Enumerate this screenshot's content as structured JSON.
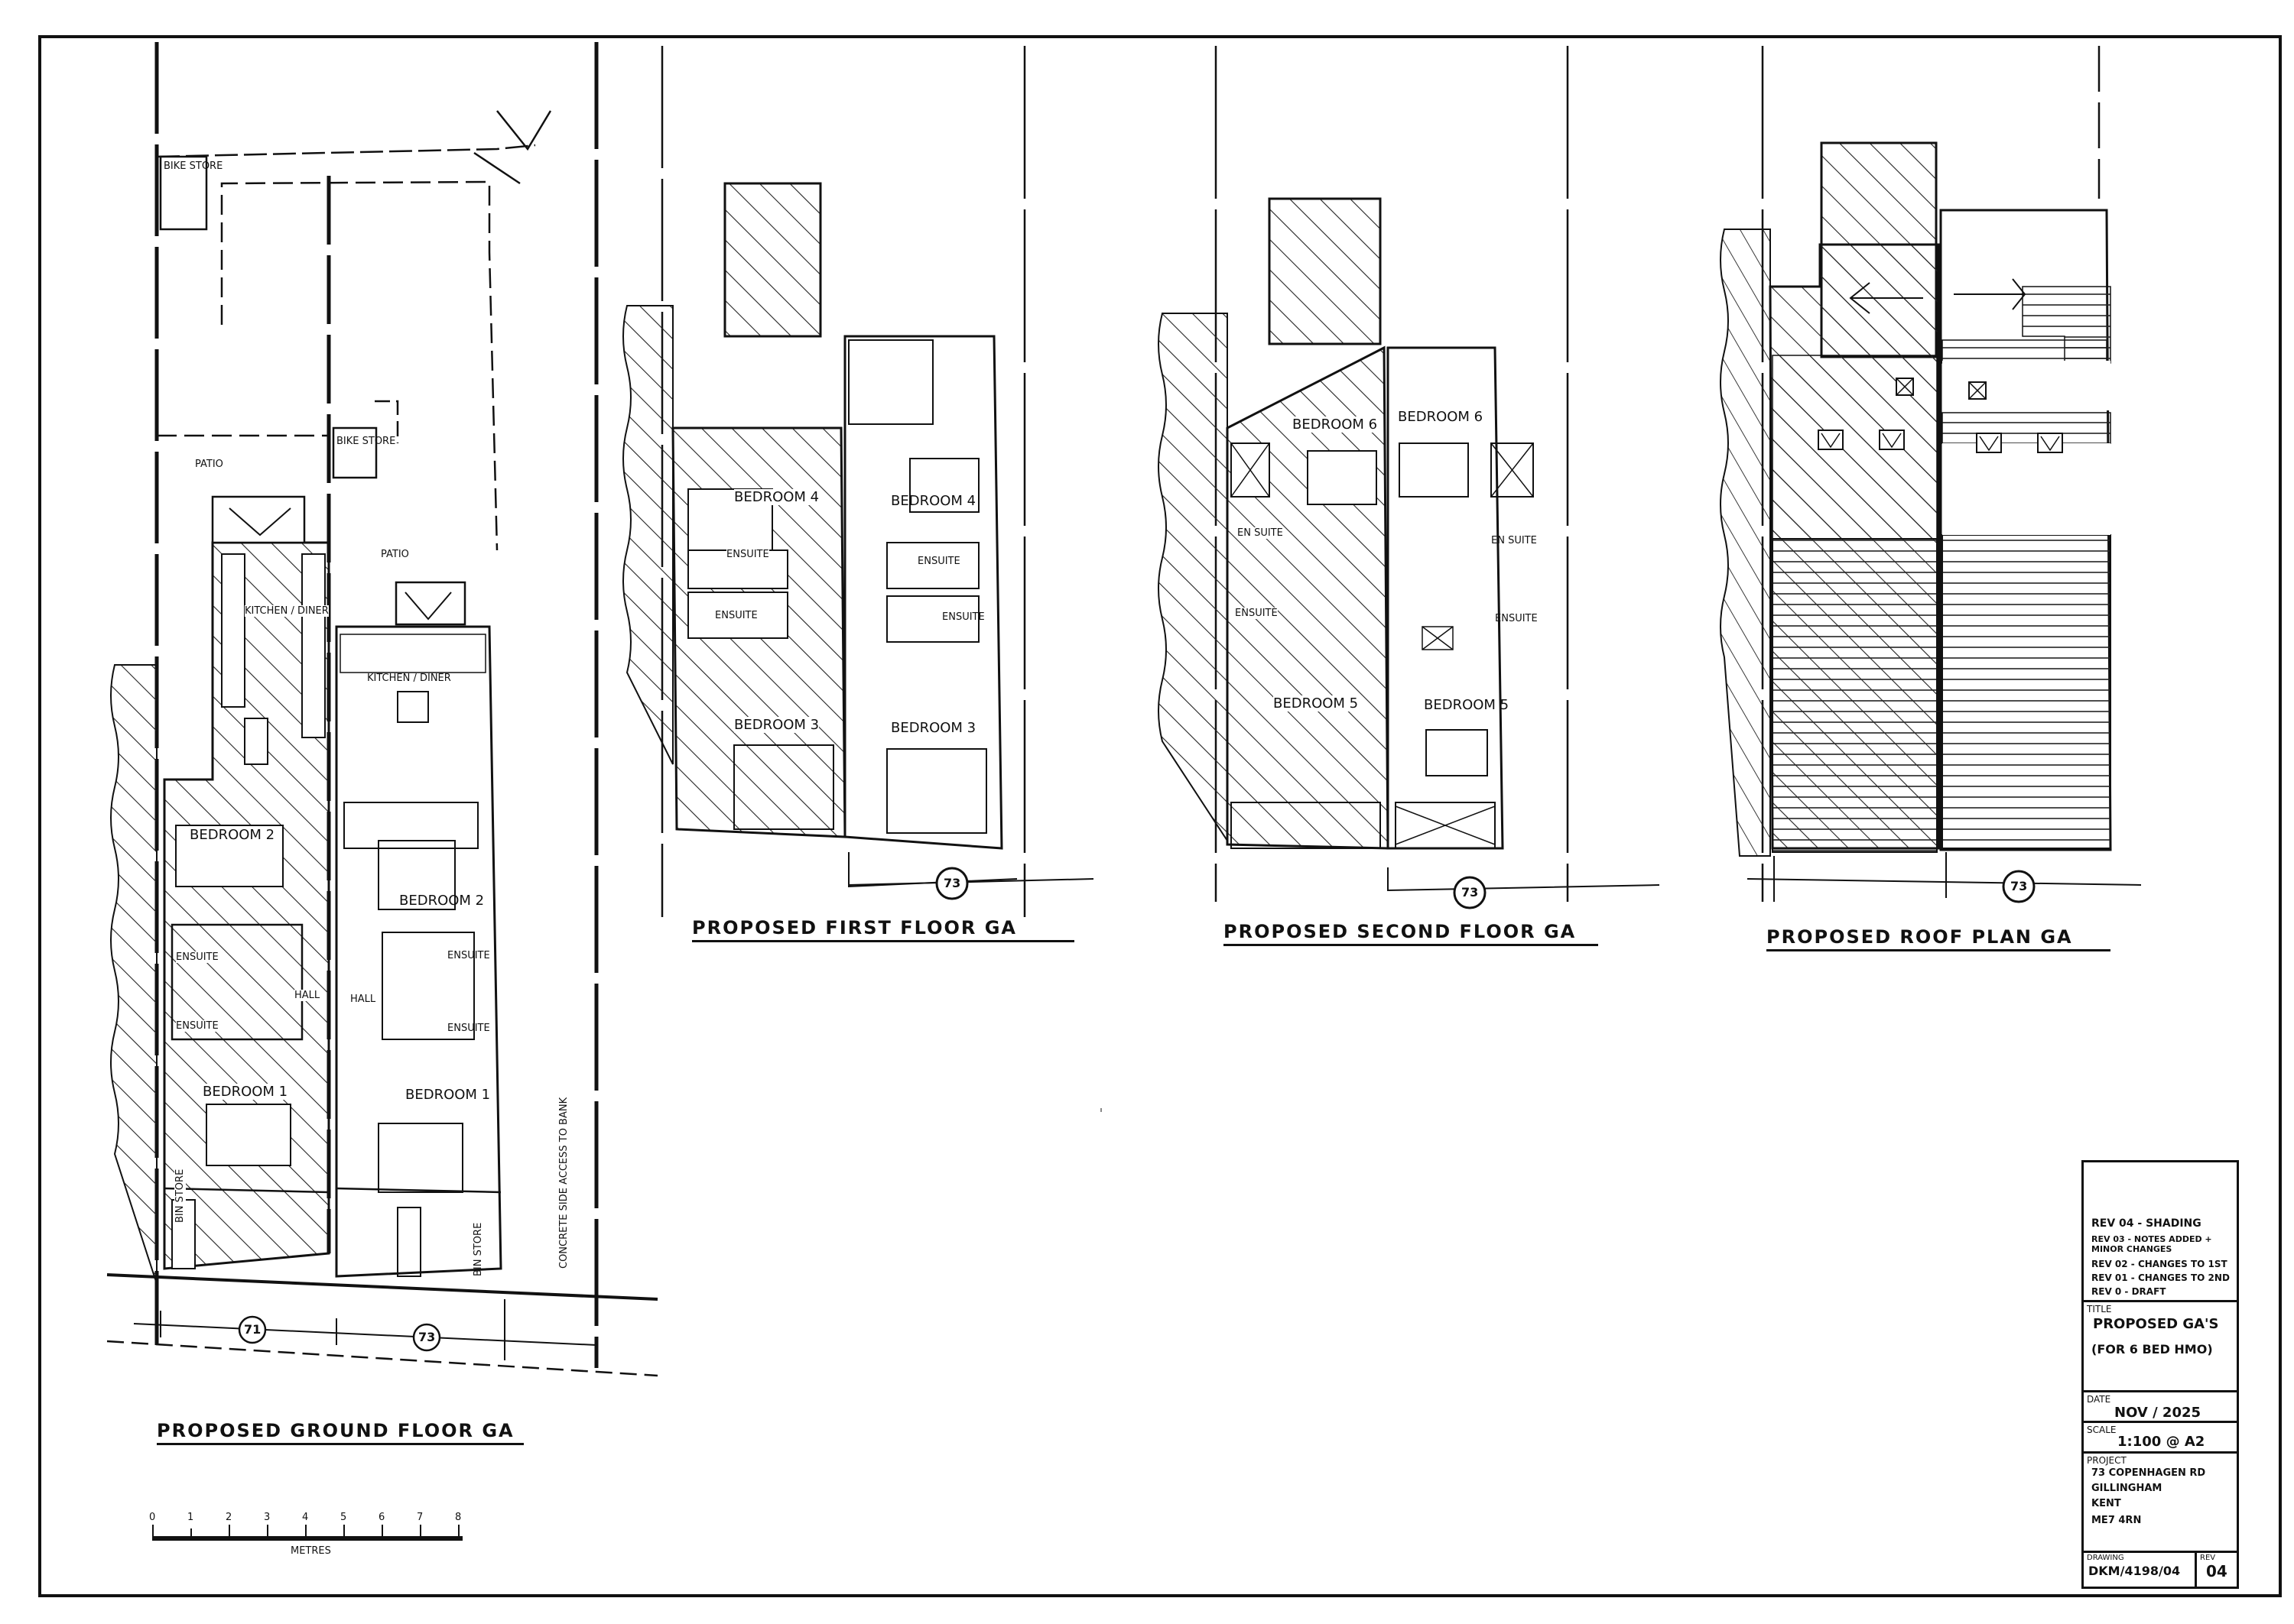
{
  "sheet": {
    "plans": [
      {
        "id": "ground",
        "title": "PROPOSED GROUND FLOOR GA",
        "rooms": [
          "BIKE STORE",
          "BIKE STORE",
          "PATIO",
          "PATIO",
          "KITCHEN / DINER",
          "KITCHEN / DINER",
          "BEDROOM 2",
          "BEDROOM 2",
          "ENSUITE",
          "ENSUITE",
          "ENSUITE",
          "ENSUITE",
          "HALL",
          "HALL",
          "BEDROOM 1",
          "BEDROOM 1",
          "BIN STORE",
          "BIN STORE"
        ],
        "house_numbers": [
          "71",
          "73"
        ],
        "side_note": "CONCRETE SIDE ACCESS TO BANK"
      },
      {
        "id": "first",
        "title": "PROPOSED FIRST FLOOR GA",
        "rooms": [
          "BEDROOM 4",
          "BEDROOM 4",
          "ENSUITE",
          "ENSUITE",
          "ENSUITE",
          "ENSUITE",
          "BEDROOM 3",
          "BEDROOM 3"
        ],
        "house_numbers": [
          "73"
        ]
      },
      {
        "id": "second",
        "title": "PROPOSED SECOND FLOOR GA",
        "rooms": [
          "BEDROOM 6",
          "BEDROOM 6",
          "EN SUITE",
          "EN SUITE",
          "ENSUITE",
          "ENSUITE",
          "BEDROOM 5",
          "BEDROOM 5"
        ],
        "house_numbers": [
          "73"
        ]
      },
      {
        "id": "roof",
        "title": "PROPOSED ROOF PLAN GA",
        "house_numbers": [
          "73"
        ]
      }
    ],
    "scale_bar": {
      "ticks": [
        "0",
        "1",
        "2",
        "3",
        "4",
        "5",
        "6",
        "7",
        "8"
      ],
      "unit": "METRES"
    },
    "title_block": {
      "revisions": [
        "REV 04 - SHADING",
        "REV 03 - NOTES ADDED + MINOR CHANGES",
        "REV 02 - CHANGES TO 1ST",
        "REV 01 - CHANGES TO 2ND",
        "REV 0 - DRAFT"
      ],
      "title_caption": "TITLE",
      "title_line1": "PROPOSED GA'S",
      "title_line2": "(FOR 6 BED HMO)",
      "date_caption": "DATE",
      "date": "NOV / 2025",
      "scale_caption": "SCALE",
      "scale": "1:100 @ A2",
      "project_caption": "PROJECT",
      "project_lines": [
        "73  COPENHAGEN RD",
        "GILLINGHAM",
        "KENT",
        "ME7 4RN"
      ],
      "drawing_caption": "DRAWING",
      "drawing_no": "DKM/4198/04",
      "rev_caption": "REV",
      "rev": "04"
    }
  }
}
